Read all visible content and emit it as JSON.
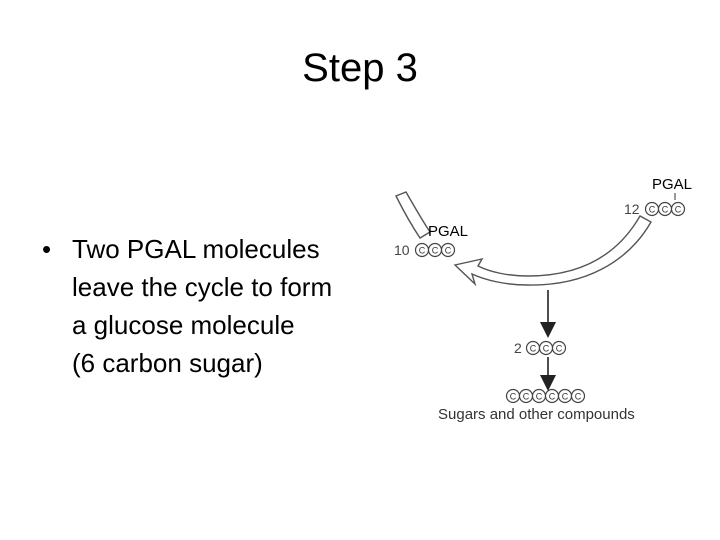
{
  "slide": {
    "title": "Step 3",
    "bullets": [
      {
        "marker": "•",
        "lines": [
          "Two PGAL molecules",
          "leave the cycle to form",
          "a glucose molecule",
          "(6 carbon sugar)"
        ]
      }
    ]
  },
  "diagram": {
    "labels": {
      "pgal_top": "PGAL",
      "pgal_cycle": "PGAL",
      "count_12": "12",
      "count_10": "10",
      "count_2": "2",
      "carbon_symbol": "C",
      "product": "Sugars and other compounds"
    },
    "molecules": [
      {
        "name": "pgal-pool",
        "count": 12,
        "carbons": 3
      },
      {
        "name": "pgal-returning",
        "count": 10,
        "carbons": 3
      },
      {
        "name": "pgal-leaving",
        "count": 2,
        "carbons": 3
      },
      {
        "name": "glucose",
        "count": 1,
        "carbons": 6
      }
    ]
  }
}
